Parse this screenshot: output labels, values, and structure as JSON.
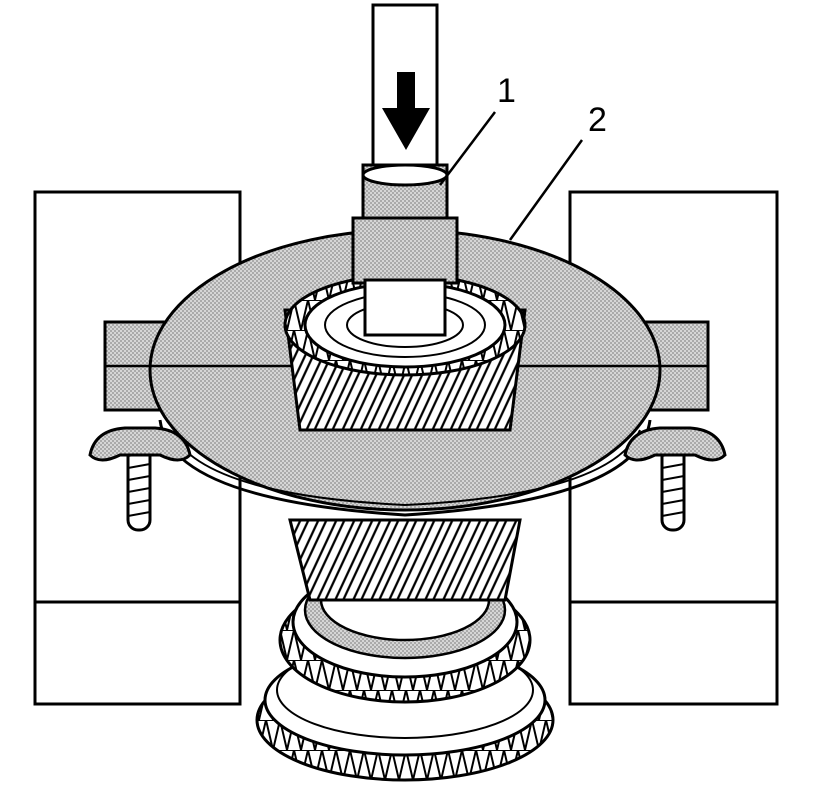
{
  "callouts": [
    {
      "id": "1",
      "label": "1"
    },
    {
      "id": "2",
      "label": "2"
    }
  ],
  "colors": {
    "ink": "#000000",
    "paper": "#ffffff",
    "shade": "#bdbdbd"
  },
  "icons": {
    "press_direction": "arrow-down-icon"
  }
}
